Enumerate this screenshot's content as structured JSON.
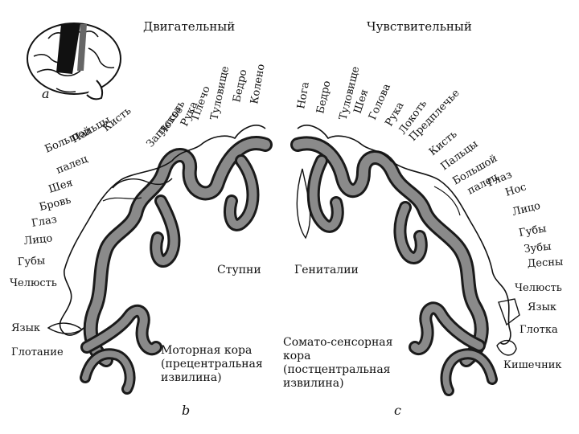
{
  "panel_a": {
    "letter": "a"
  },
  "motor": {
    "title": "Двигательный",
    "labels": [
      "Колено",
      "Бедро",
      "Туловище",
      "Плечо",
      "Рука",
      "Локоть",
      "Запястье",
      "Кисть",
      "Пальцы",
      "Большой",
      "палец",
      "Шея",
      "Бровь",
      "Глаз",
      "Лицо",
      "Губы",
      "Челюсть",
      "Язык",
      "Глотание"
    ],
    "feet": "Ступни",
    "cortex": [
      "Моторная кора",
      "(прецентральная",
      "извилина)"
    ],
    "letter": "b"
  },
  "sensory": {
    "title": "Чувствительный",
    "labels": [
      "Нога",
      "Бедро",
      "Туловище",
      "Шея",
      "Голова",
      "Рука",
      "Локоть",
      "Предплечье",
      "Кисть",
      "Пальцы",
      "Большой",
      "палец",
      "Глаз",
      "Нос",
      "Лицо",
      "Губы",
      "Зубы",
      "Десны",
      "Челюсть",
      "Язык",
      "Глотка",
      "Кишечник"
    ],
    "genitals": "Гениталии",
    "cortex": [
      "Сомато-сенсорная",
      "кора",
      "(постцентральная",
      "извилина)"
    ],
    "letter": "c"
  },
  "colors": {
    "ink": "#111111",
    "gyrus_fill": "#8a8a8a",
    "gyrus_edge": "#1a1a1a"
  }
}
